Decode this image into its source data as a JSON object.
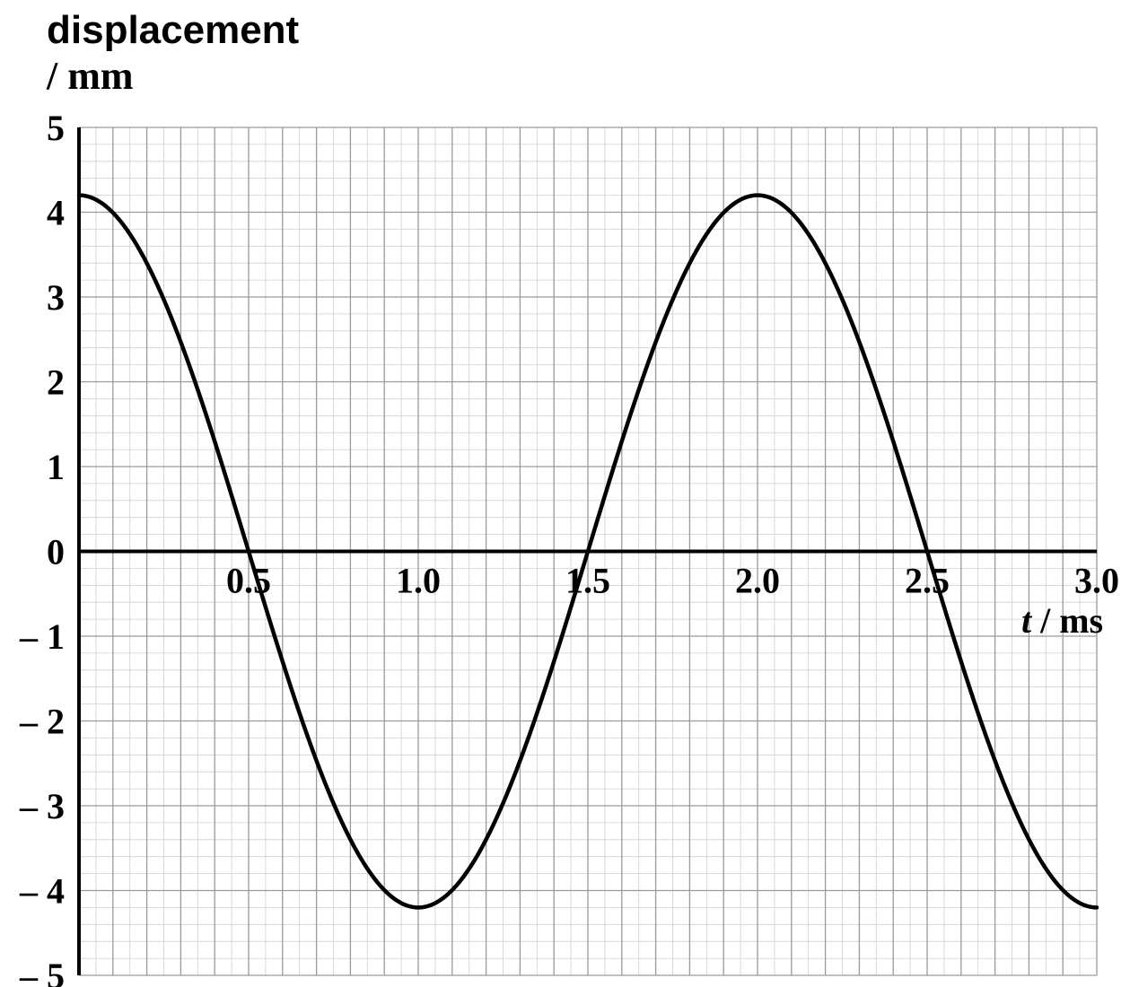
{
  "chart_data": {
    "type": "line",
    "ylabel_line1": "displacement",
    "ylabel_line2": "/ mm",
    "xlabel_var": "t",
    "xlabel_unit": " / ms",
    "xlim": [
      0,
      3.0
    ],
    "ylim": [
      -5,
      5
    ],
    "x_ticks": [
      {
        "value": 0.5,
        "label": "0.5"
      },
      {
        "value": 1.0,
        "label": "1.0"
      },
      {
        "value": 1.5,
        "label": "1.5"
      },
      {
        "value": 2.0,
        "label": "2.0"
      },
      {
        "value": 2.5,
        "label": "2.5"
      },
      {
        "value": 3.0,
        "label": "3.0"
      }
    ],
    "y_ticks": [
      {
        "value": 5,
        "label": "5"
      },
      {
        "value": 4,
        "label": "4"
      },
      {
        "value": 3,
        "label": "3"
      },
      {
        "value": 2,
        "label": "2"
      },
      {
        "value": 1,
        "label": "1"
      },
      {
        "value": 0,
        "label": "0"
      },
      {
        "value": -1,
        "label": "– 1"
      },
      {
        "value": -2,
        "label": "– 2"
      },
      {
        "value": -3,
        "label": "– 3"
      },
      {
        "value": -4,
        "label": "– 4"
      },
      {
        "value": -5,
        "label": "– 5"
      }
    ],
    "grid": true,
    "series": [
      {
        "x": [
          0,
          0.25,
          0.5,
          0.75,
          1.0,
          1.25,
          1.5,
          1.75,
          2.0,
          2.25,
          2.5,
          2.75,
          3.0
        ],
        "values": [
          4.2,
          2.97,
          0,
          -2.97,
          -4.2,
          -2.97,
          0,
          2.97,
          4.2,
          2.97,
          0,
          -2.97,
          -4.2
        ]
      }
    ],
    "colors": {
      "line": "#000000",
      "grid_major": "#9a9a9a",
      "grid_minor": "#cfcfcf",
      "axis": "#000000"
    }
  }
}
